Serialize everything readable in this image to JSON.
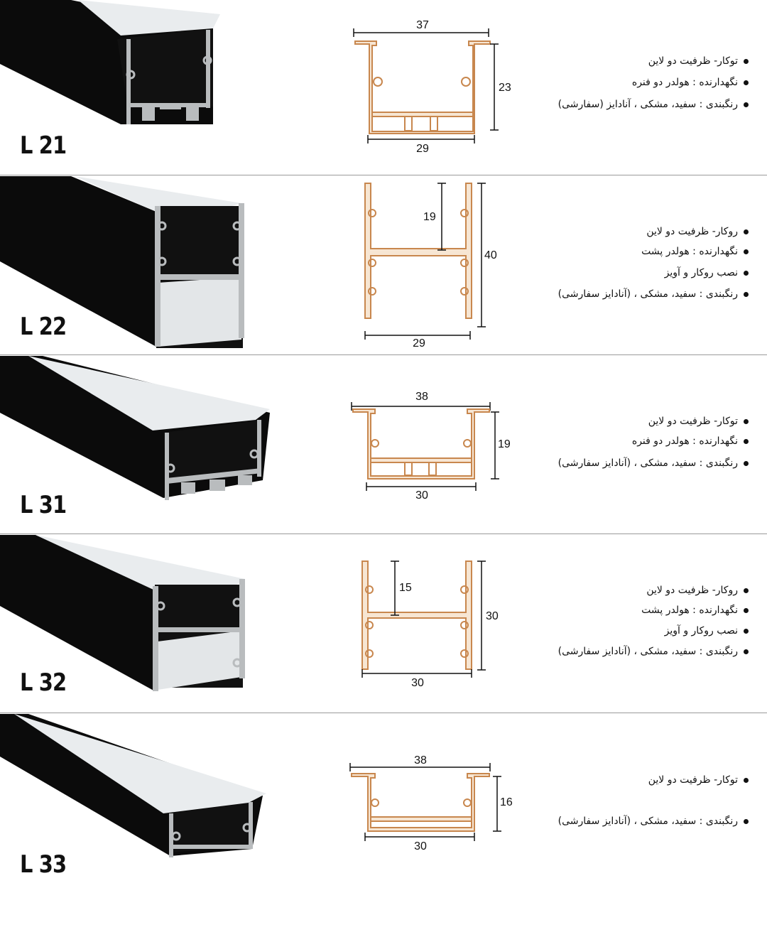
{
  "products": [
    {
      "model": "L 21",
      "dims": {
        "top": "37",
        "side": "23",
        "bottom": "29"
      },
      "bullets": [
        "توکار- ظرفیت دو لاین",
        "نگهدارنده : هولدر دو فنره",
        "رنگبندی : سفید، مشکی ، آنادایز (سفارشی)"
      ]
    },
    {
      "model": "L 22",
      "dims": {
        "inner": "19",
        "side": "40",
        "bottom": "29"
      },
      "bullets": [
        "روکار- ظرفیت دو لاین",
        "نگهدارنده : هولدر پشت",
        "نصب روکار و آویز",
        "رنگبندی : سفید، مشکی ، (آنادایز سفارشی)"
      ]
    },
    {
      "model": "L 31",
      "dims": {
        "top": "38",
        "side": "19",
        "bottom": "30"
      },
      "bullets": [
        "توکار- ظرفیت دو لاین",
        "نگهدارنده : هولدر دو فنره",
        "رنگبندی : سفید، مشکی ، (آنادایز سفارشی)"
      ]
    },
    {
      "model": "L 32",
      "dims": {
        "inner": "15",
        "side": "30",
        "bottom": "30"
      },
      "bullets": [
        "روکار- ظرفیت دو لاین",
        "نگهدارنده : هولدر پشت",
        "نصب روکار و آویز",
        "رنگبندی : سفید، مشکی ، (آنادایز سفارشی)"
      ]
    },
    {
      "model": "L 33",
      "dims": {
        "top": "38",
        "side": "16",
        "bottom": "30"
      },
      "bullets": [
        "توکار- ظرفیت دو لاین",
        "رنگبندی : سفید، مشکی ، (آنادایز سفارشی)"
      ]
    }
  ],
  "colors": {
    "profile_fill": "#f7e6d3",
    "profile_stroke": "#c8874e",
    "profile_black": "#0b0b0b",
    "diffuser": "#eef0f1"
  }
}
